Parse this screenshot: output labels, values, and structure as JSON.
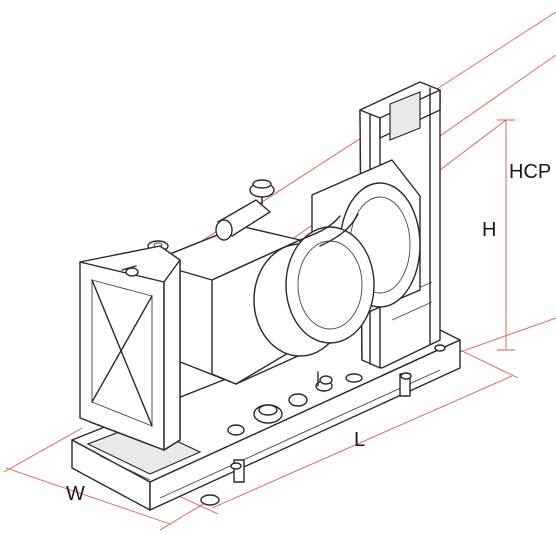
{
  "dimensions": {
    "length_label": "L",
    "width_label": "W",
    "height_label": "H",
    "hcp_label": "HCP"
  },
  "colors": {
    "dimension_line": "#e05a4a",
    "line_art": "#2a2a2a",
    "background": "#ffffff"
  }
}
